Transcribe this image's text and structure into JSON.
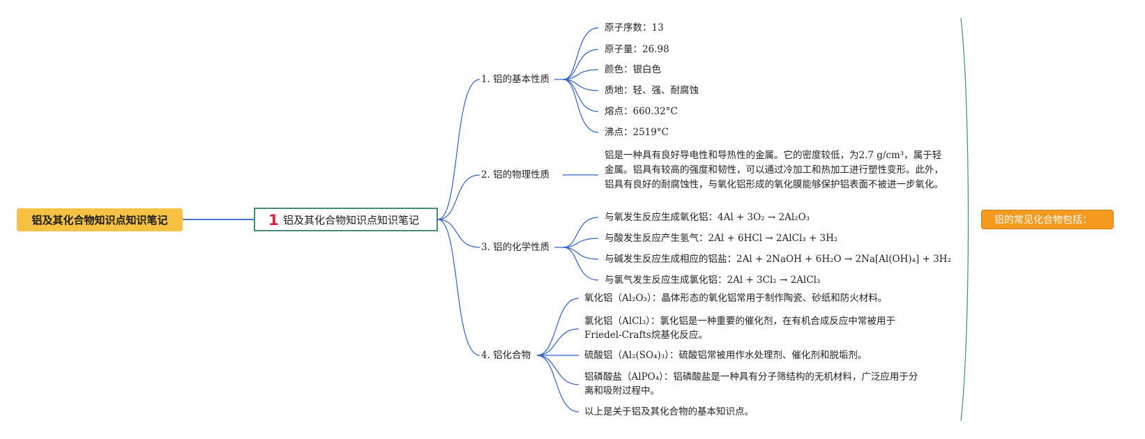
{
  "root": {
    "label": "铝及其化合物知识点知识笔记"
  },
  "center": {
    "badge": "1",
    "label": "铝及其化合物知识点知识笔记"
  },
  "side": {
    "label": "铝的常见化合物包括："
  },
  "branches": [
    {
      "label": "1. 铝的基本性质",
      "items": [
        "原子序数：13",
        "原子量：26.98",
        "颜色：银白色",
        "质地：轻、强、耐腐蚀",
        "熔点：660.32°C",
        "沸点：2519°C"
      ]
    },
    {
      "label": "2. 铝的物理性质",
      "text": "铝是一种具有良好导电性和导热性的金属。它的密度较低，为2.7 g/cm³，属于轻金属。铝具有较高的强度和韧性，可以通过冷加工和热加工进行塑性变形。此外，铝具有良好的耐腐蚀性，与氧化铝形成的氧化膜能够保护铝表面不被进一步氧化。"
    },
    {
      "label": "3. 铝的化学性质",
      "items": [
        {
          "lead": "与氧发生反应生成氧化铝：",
          "formula": "4Al + 3O₂ → 2Al₂O₃"
        },
        {
          "lead": "与酸发生反应产生氢气：",
          "formula": "2Al + 6HCl → 2AlCl₃ + 3H₂"
        },
        {
          "lead": "与碱发生反应生成相应的铝盐：",
          "formula": "2Al + 2NaOH + 6H₂O → 2Na[Al(OH)₄] + 3H₂"
        },
        {
          "lead": "与氯气发生反应生成氯化铝：",
          "formula": "2Al + 3Cl₂ → 2AlCl₃"
        }
      ]
    },
    {
      "label": "4. 铝化合物",
      "items": [
        "氧化铝（Al₂O₃）：晶体形态的氧化铝常用于制作陶瓷、砂纸和防火材料。",
        "氯化铝（AlCl₃）：氯化铝是一种重要的催化剂，在有机合成反应中常被用于Friedel-Crafts烷基化反应。",
        "硫酸铝（Al₂(SO₄)₃）：硫酸铝常被用作水处理剂、催化剂和脱垢剂。",
        "铝磷酸盐（AlPO₄）：铝磷酸盐是一种具有分子筛结构的无机材料，广泛应用于分离和吸附过程中。",
        "以上是关于铝及其化合物的基本知识点。"
      ]
    }
  ],
  "colors": {
    "root_fill": "#f7c244",
    "center_border": "#4a8a7a",
    "side_fill": "#f39a1f",
    "badge": "#d61f3c",
    "link": "#2f5fc4"
  }
}
